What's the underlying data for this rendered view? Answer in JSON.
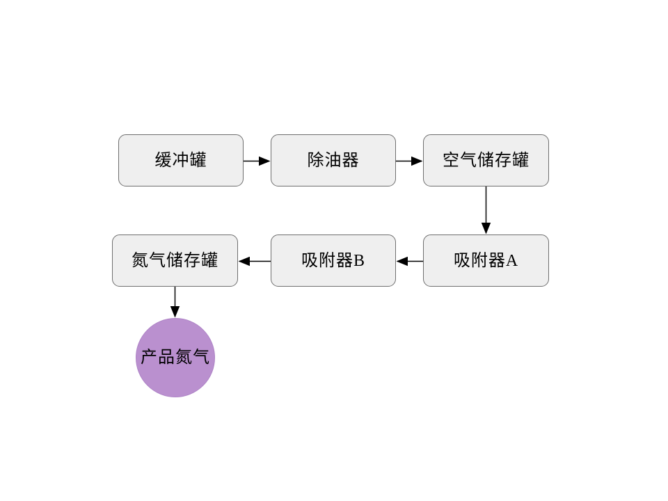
{
  "diagram": {
    "type": "flowchart",
    "colors": {
      "background": "#ffffff",
      "process_fill": "#efefef",
      "process_border": "#6e6e6e",
      "terminal_fill": "#ba90cf",
      "arrow": "#000000",
      "text": "#000000"
    },
    "nodes": [
      {
        "id": "buffer-tank",
        "label": "缓冲罐",
        "shape": "rounded-rectangle"
      },
      {
        "id": "oil-remover",
        "label": "除油器",
        "shape": "rounded-rectangle"
      },
      {
        "id": "air-storage-tank",
        "label": "空气储存罐",
        "shape": "rounded-rectangle"
      },
      {
        "id": "nitrogen-storage-tank",
        "label": "氮气储存罐",
        "shape": "rounded-rectangle"
      },
      {
        "id": "adsorber-b",
        "label": "吸附器B",
        "shape": "rounded-rectangle"
      },
      {
        "id": "adsorber-a",
        "label": "吸附器A",
        "shape": "rounded-rectangle"
      },
      {
        "id": "product-nitrogen",
        "label": "产品氮气",
        "shape": "circle"
      }
    ],
    "edges": [
      {
        "from": "buffer-tank",
        "to": "oil-remover",
        "direction": "right"
      },
      {
        "from": "oil-remover",
        "to": "air-storage-tank",
        "direction": "right"
      },
      {
        "from": "air-storage-tank",
        "to": "adsorber-a",
        "direction": "down"
      },
      {
        "from": "adsorber-a",
        "to": "adsorber-b",
        "direction": "left"
      },
      {
        "from": "adsorber-b",
        "to": "nitrogen-storage-tank",
        "direction": "left"
      },
      {
        "from": "nitrogen-storage-tank",
        "to": "product-nitrogen",
        "direction": "down"
      }
    ]
  }
}
